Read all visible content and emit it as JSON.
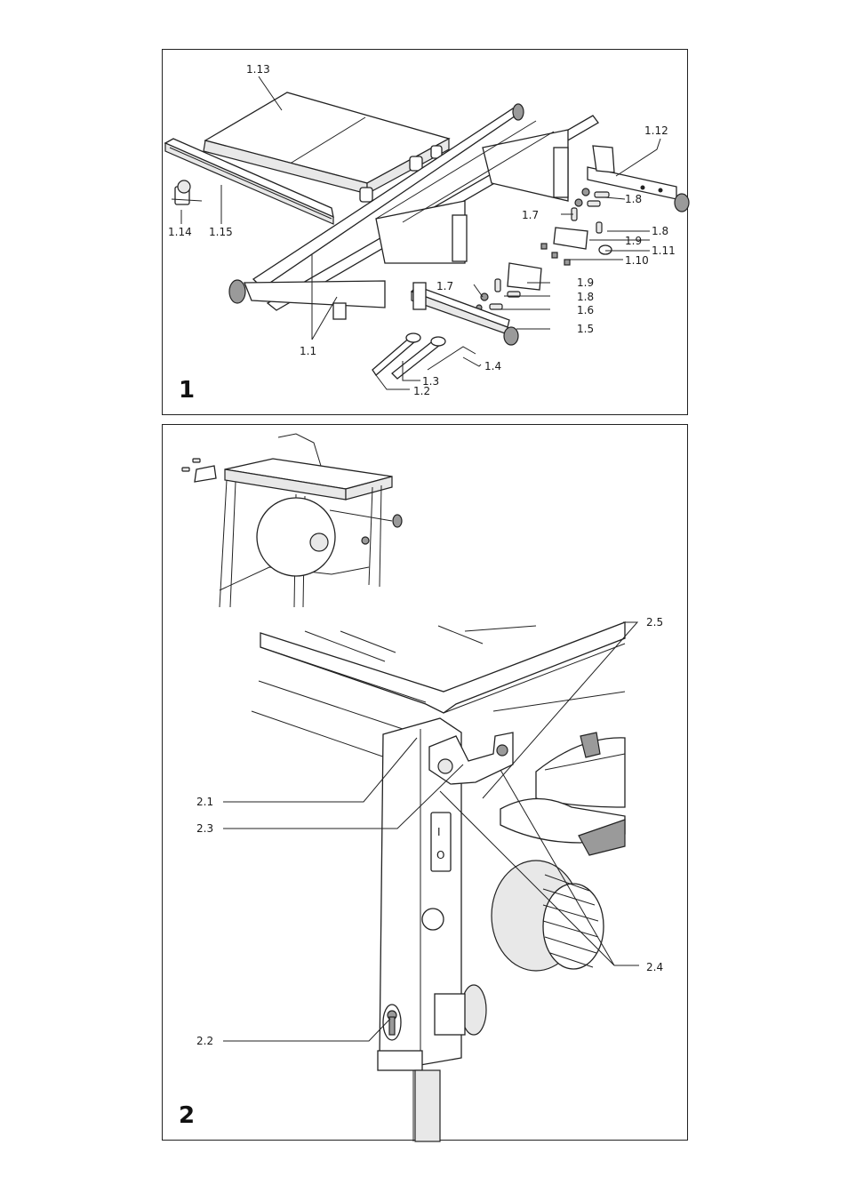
{
  "figure1": {
    "number": "1",
    "labels": {
      "l1_13": "1.13",
      "l1_12": "1.12",
      "l1_8a": "1.8",
      "l1_7a": "1.7",
      "l1_8b": "1.8",
      "l1_9a": "1.9",
      "l1_11": "1.11",
      "l1_10": "1.10",
      "l1_14": "1.14",
      "l1_15": "1.15",
      "l1_9b": "1.9",
      "l1_7b": "1.7",
      "l1_8c": "1.8",
      "l1_6": "1.6",
      "l1_5": "1.5",
      "l1_1": "1.1",
      "l1_4": "1.4",
      "l1_3": "1.3",
      "l1_2": "1.2"
    }
  },
  "figure2": {
    "number": "2",
    "labels": {
      "l2_5": "2.5",
      "l2_1": "2.1",
      "l2_3": "2.3",
      "l2_4": "2.4",
      "l2_2": "2.2"
    },
    "switch": {
      "on": "I",
      "off": "O"
    }
  }
}
